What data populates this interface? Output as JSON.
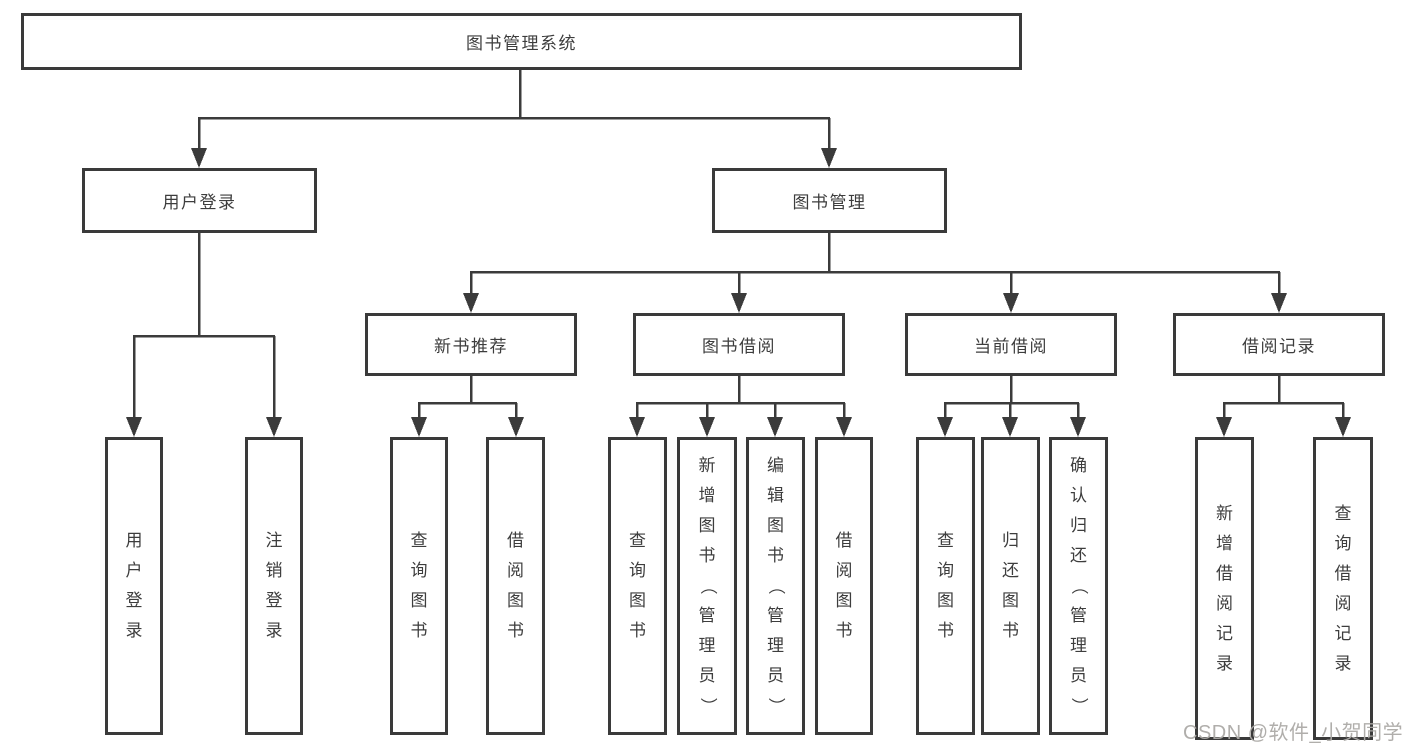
{
  "colors": {
    "line": "#3b3b3b",
    "border": "#3a3a3a",
    "text": "#3d3d3d",
    "box_background": "#ffffff",
    "page_background": "#ffffff",
    "watermark": "#acaaa7"
  },
  "watermark": {
    "text": "CSDN @软件_小贺同学"
  },
  "diagram": {
    "type": "tree",
    "root": {
      "label": "图书管理系统"
    },
    "level2": [
      {
        "label": "用户登录",
        "parent": "图书管理系统"
      },
      {
        "label": "图书管理",
        "parent": "图书管理系统"
      }
    ],
    "level3": [
      {
        "label": "新书推荐",
        "parent": "图书管理"
      },
      {
        "label": "图书借阅",
        "parent": "图书管理"
      },
      {
        "label": "当前借阅",
        "parent": "图书管理"
      },
      {
        "label": "借阅记录",
        "parent": "图书管理"
      }
    ],
    "leaves": [
      {
        "label": "用户登录",
        "parent": "用户登录"
      },
      {
        "label": "注销登录",
        "parent": "用户登录"
      },
      {
        "label": "查询图书",
        "parent": "新书推荐"
      },
      {
        "label": "借阅图书",
        "parent": "新书推荐"
      },
      {
        "label": "查询图书",
        "parent": "图书借阅"
      },
      {
        "label": "新增图书（管理员）",
        "parent": "图书借阅"
      },
      {
        "label": "编辑图书（管理员）",
        "parent": "图书借阅"
      },
      {
        "label": "借阅图书",
        "parent": "图书借阅"
      },
      {
        "label": "查询图书",
        "parent": "当前借阅"
      },
      {
        "label": "归还图书",
        "parent": "当前借阅"
      },
      {
        "label": "确认归还（管理员）",
        "parent": "当前借阅"
      },
      {
        "label": "新增借阅记录",
        "parent": "借阅记录"
      },
      {
        "label": "查询借阅记录",
        "parent": "借阅记录"
      }
    ]
  }
}
